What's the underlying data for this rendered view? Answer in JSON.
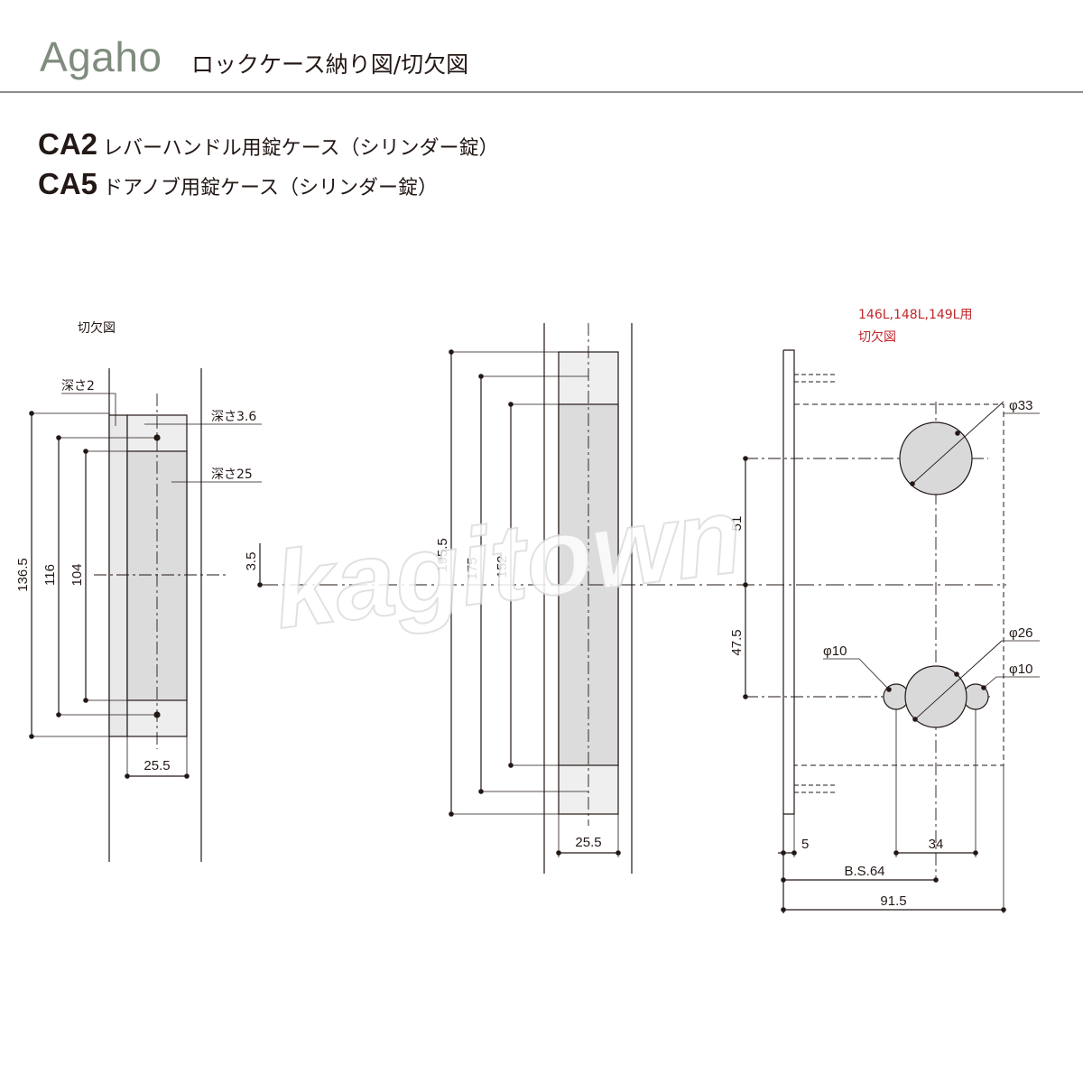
{
  "header": {
    "brand": "Agaho",
    "title": "ロックケース納り図/切欠図"
  },
  "models": [
    {
      "code": "CA2",
      "description": "レバーハンドル用錠ケース（シリンダー錠）"
    },
    {
      "code": "CA5",
      "description": "ドアノブ用錠ケース（シリンダー錠）"
    }
  ],
  "watermark": "kagitown",
  "cutout_view": {
    "title": "切欠図",
    "depth_labels": [
      "深さ2",
      "深さ3.6",
      "深さ25"
    ],
    "dimensions": {
      "overall": "136.5",
      "screw_pitch": "116",
      "inner": "104",
      "width": "25.5",
      "offset": "3.5"
    }
  },
  "case_view": {
    "dimensions": {
      "overall": "195.5",
      "screw_pitch": "175",
      "body": "152",
      "width": "25.5"
    }
  },
  "door_view": {
    "title_line1": "146L,148L,149L用",
    "title_line2": "切欠図",
    "title_color": "#c0282d",
    "dimensions": {
      "upper_hole": "φ33",
      "lower_hole": "φ26",
      "small_hole_left": "φ10",
      "small_hole_right": "φ10",
      "upper_distance": "51",
      "lower_distance": "47.5",
      "edge": "5",
      "small_hole_pitch": "34",
      "backset": "B.S.64",
      "overall_width": "91.5"
    }
  }
}
